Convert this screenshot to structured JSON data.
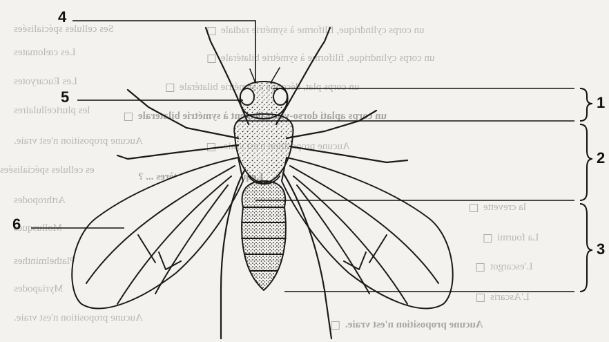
{
  "labels": {
    "n1": "1",
    "n2": "2",
    "n3": "3",
    "n4": "4",
    "n5": "5",
    "n6": "6"
  },
  "ghost_right": [
    "un corps cylindrique, filiforme à symétrie radiale",
    "un corps cylindrique, filiforme à symétrie bilatérale",
    "un corps plat, découpé à symétrie bilatérale",
    "un corps aplati dorso-ventralement à symétrie bilatérale",
    "Aucune proposition n'est vraie.",
    "Lequel de ces caractères ... ?",
    "la crevette",
    "La fourmi",
    "L'escargot",
    "L'Ascaris",
    "Aucune proposition n'est vraie."
  ],
  "ghost_left": [
    "Ses cellules spécialisées",
    "Les cœlomates",
    "Les Eucaryotes",
    "les pluricellulaires",
    "Aucune proposition n'est vraie.",
    "es cellules spécialisées",
    "Arthropodes",
    "Mollusques",
    "Plathelminthes",
    "Myriapodes",
    "Aucune proposition n'est vraie."
  ]
}
